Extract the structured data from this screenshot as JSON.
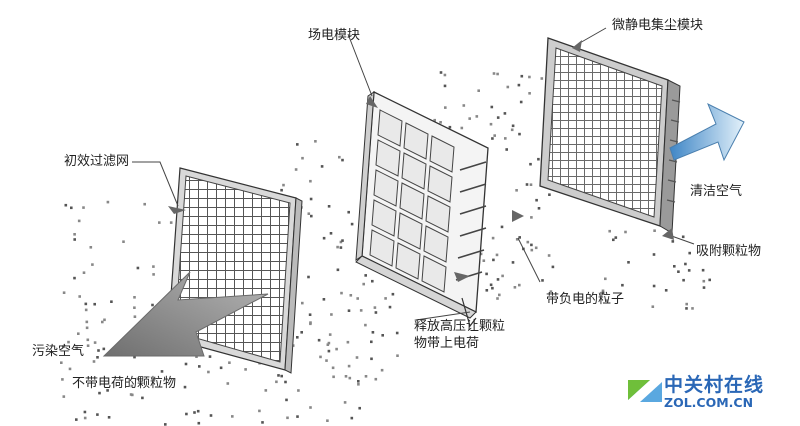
{
  "diagram": {
    "components": {
      "prefilter": "初效过滤网",
      "field_module": "场电模块",
      "collector_module": "微静电集尘模块"
    },
    "labels": {
      "dirty_air": "污染空气",
      "uncharged_particles": "不带电荷的颗粒物",
      "high_voltage_note": "释放高压让颗粒物带上电荷",
      "charged_particles": "带负电的粒子",
      "adsorbed_particles": "吸附颗粒物",
      "clean_air": "清洁空气"
    }
  },
  "brand": {
    "name_cn": "中关村在线",
    "name_en": "ZOL.COM.CN",
    "colors": {
      "blue": "#2a67b6",
      "green": "#6fbf3a",
      "sky": "#5aa8e0"
    }
  },
  "colors": {
    "arrow_in": "#8a8a8a",
    "arrow_out_dark": "#3f86c6",
    "arrow_out_light": "#d8ecf8",
    "line": "#444444",
    "grid": "#555555"
  }
}
